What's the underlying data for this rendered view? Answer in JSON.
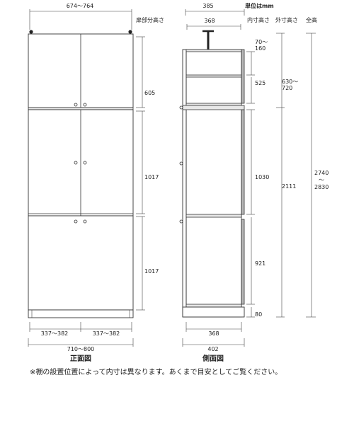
{
  "header": {
    "unit_label": "単位はmm",
    "door_height_label": "扉部分高さ",
    "inner_height_label": "内寸高さ",
    "outer_height_label": "外寸高さ",
    "total_height_label": "全高"
  },
  "front_view": {
    "caption": "正面図",
    "top_width": "674〜764",
    "bottom_width": "710〜800",
    "left_door_width": "337〜382",
    "right_door_width": "337〜382",
    "door_heights": [
      "605",
      "1017",
      "1017"
    ]
  },
  "side_view": {
    "caption": "側面図",
    "top_depth": "385",
    "inner_depth_top": "368",
    "inner_depth_bottom": "368",
    "outer_depth": "402",
    "inner_heights": [
      "70〜\n160",
      "525",
      "1030",
      "921",
      "80"
    ],
    "upper_outer_height": "630〜\n720",
    "lower_outer_height": "2111",
    "total_height": "2740\n〜\n2830"
  },
  "footnote": "※棚の設置位置によって内寸は異なります。あくまで目安としてご覧ください。"
}
